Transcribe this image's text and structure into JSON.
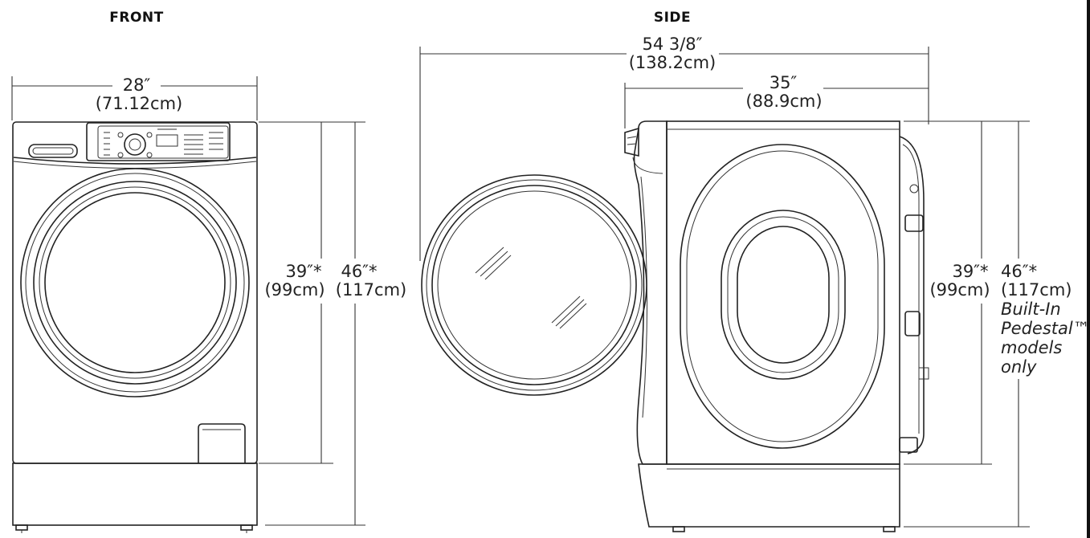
{
  "views": {
    "front": {
      "title": "FRONT",
      "width_in": "28″",
      "width_cm": "(71.12cm)",
      "height_a_in": "39″*",
      "height_a_cm": "(99cm)",
      "height_b_in": "46″*",
      "height_b_cm": "(117cm)"
    },
    "side": {
      "title": "SIDE",
      "depth_open_in": "54 3/8″",
      "depth_open_cm": "(138.2cm)",
      "depth_in": "35″",
      "depth_cm": "(88.9cm)",
      "height_a_in": "39″*",
      "height_a_cm": "(99cm)",
      "height_b_in": "46″*",
      "height_b_cm": "(117cm)",
      "note_lines": [
        "Built-In",
        "Pedestal™",
        "models",
        "only"
      ]
    }
  }
}
